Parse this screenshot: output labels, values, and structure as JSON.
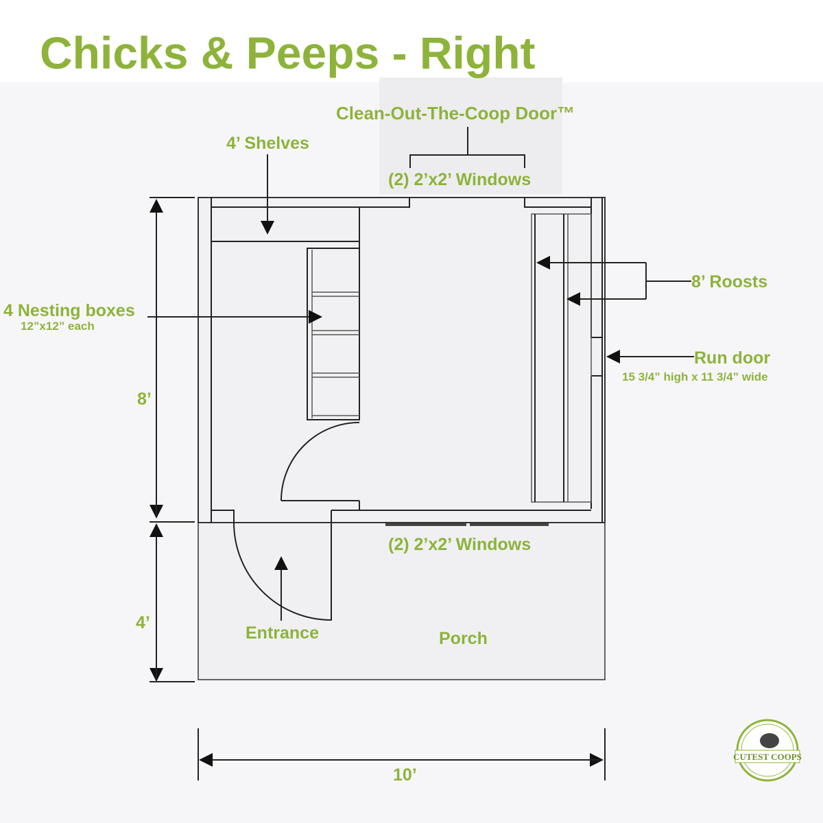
{
  "title": "Chicks & Peeps - Right",
  "labels": {
    "clean_out_door": "Clean-Out-The-Coop Door™",
    "top_windows": "(2) 2’x2’ Windows",
    "shelves": "4’ Shelves",
    "nesting_boxes": "4 Nesting boxes",
    "nesting_boxes_size": "12”x12” each",
    "roosts": "8’ Roosts",
    "run_door": "Run door",
    "run_door_size": "15 3/4” high x 11 3/4” wide",
    "bottom_windows": "(2) 2’x2’ Windows",
    "entrance": "Entrance",
    "porch": "Porch"
  },
  "dimensions": {
    "coop_depth": "8’",
    "porch_depth": "4’",
    "width": "10’"
  },
  "logo": {
    "text": "CUTEST COOPS"
  },
  "colors": {
    "label": "#8db33a",
    "line": "#222222",
    "background": "#f6f6f8"
  }
}
